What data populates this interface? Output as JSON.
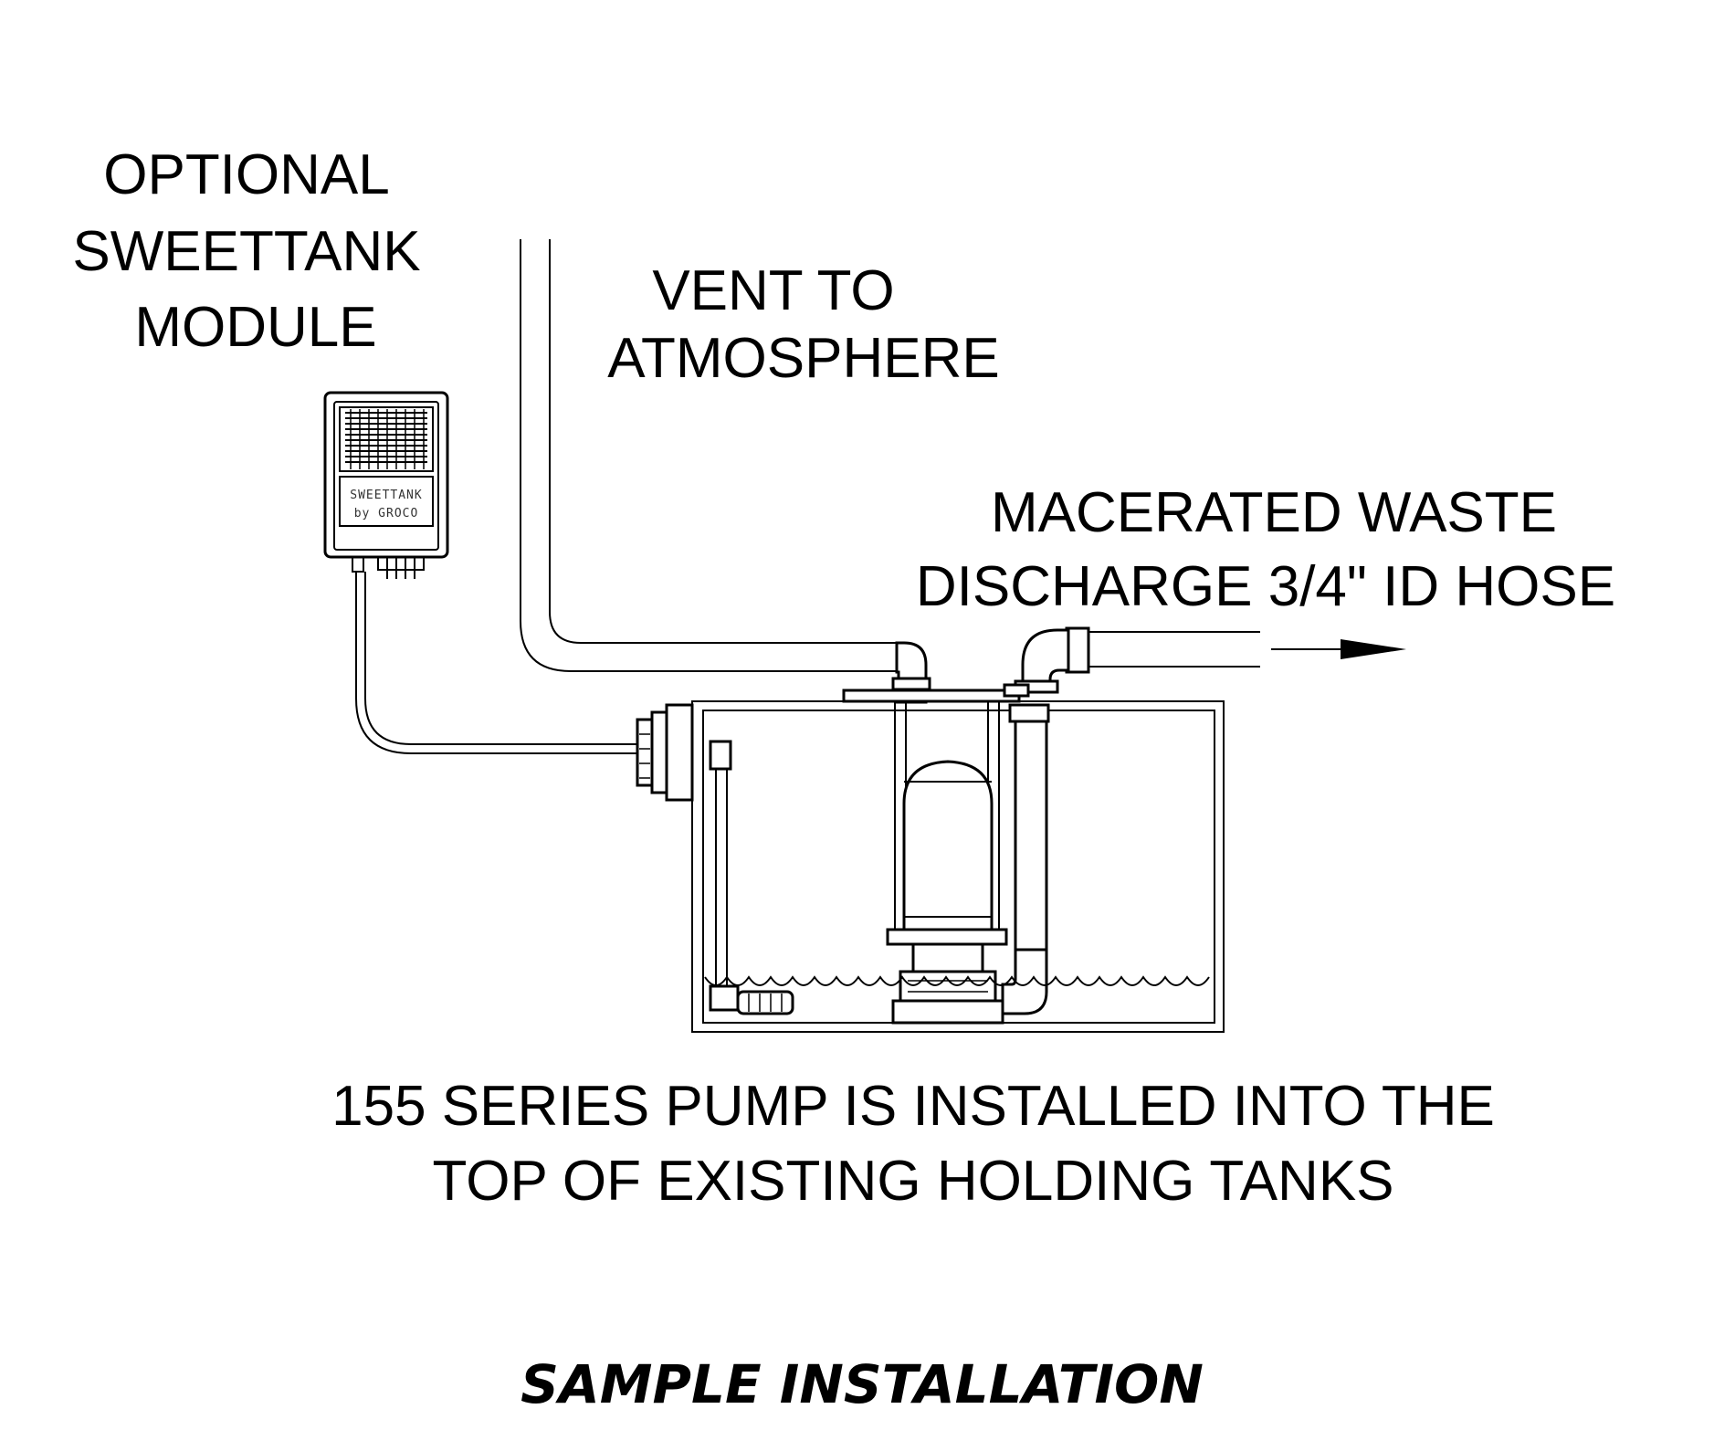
{
  "labels": {
    "module_line1": "OPTIONAL",
    "module_line2": "SWEETTANK",
    "module_line3": "MODULE",
    "vent_line1": "VENT TO",
    "vent_line2": "ATMOSPHERE",
    "discharge_line1": "MACERATED WASTE",
    "discharge_line2": "DISCHARGE 3/4\" ID HOSE",
    "pump_line1": "155 SERIES PUMP IS INSTALLED INTO THE",
    "pump_line2": "TOP OF EXISTING HOLDING TANKS"
  },
  "module_face": {
    "line1": "SWEETTANK",
    "line2": "by GROCO"
  },
  "caption": "SAMPLE INSTALLATION",
  "colors": {
    "line": "#000000",
    "background": "#ffffff"
  }
}
